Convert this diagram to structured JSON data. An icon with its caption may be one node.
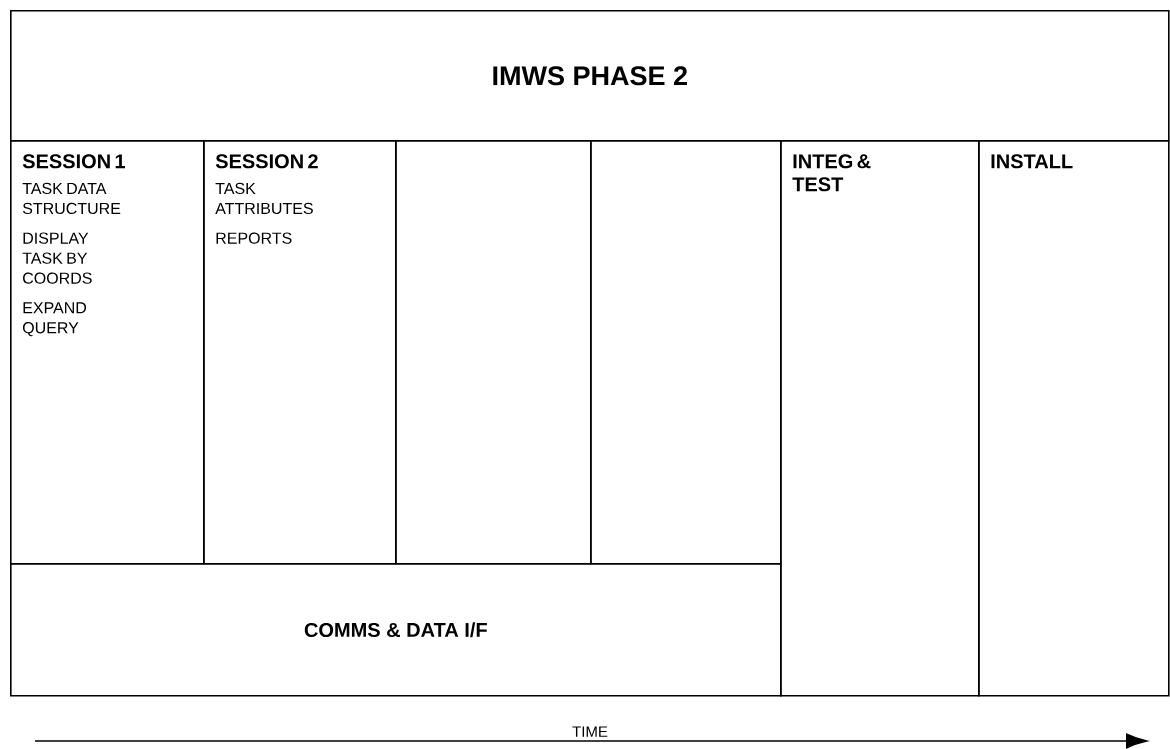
{
  "diagram": {
    "nodes": [
      {
        "text": [
          "IMWS PHASE 2"
        ]
      },
      {
        "text": [
          "SESSION 1",
          "TASK DATA STRUCTURE",
          "DISPLAY TASK BY COORDS",
          "EXPAND QUERY"
        ]
      },
      {
        "text": [
          "SESSION 2",
          "TASK ATTRIBUTES",
          "REPORTS"
        ]
      },
      {
        "text": [],
        "shape": "box"
      },
      {
        "text": [],
        "shape": "box"
      },
      {
        "text": [
          "INTEG & TEST"
        ]
      },
      {
        "text": [
          "INSTALL"
        ]
      },
      {
        "text": [
          "COMMS & DATA  I/F"
        ]
      }
    ],
    "edges": [],
    "labels": [
      "TIME"
    ]
  }
}
